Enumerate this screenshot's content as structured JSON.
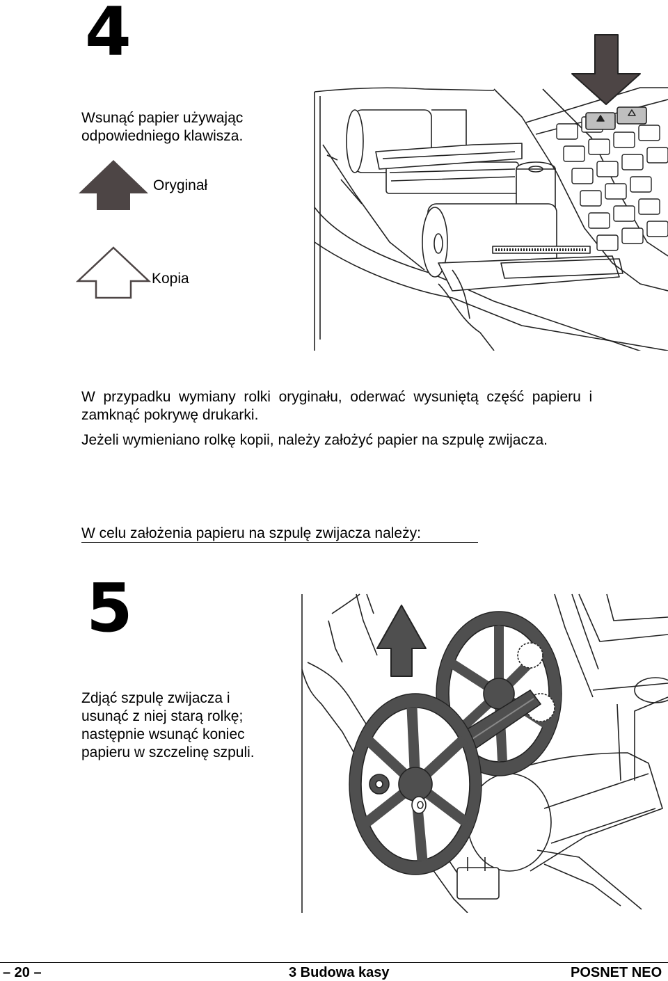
{
  "step4": {
    "number": "4",
    "instruction_lines": [
      "Wsunąć papier używając",
      "odpowiedniego klawisza."
    ],
    "legend": [
      {
        "label": "Oryginał",
        "icon": "filled-up-arrow-icon",
        "color": "#4d4545"
      },
      {
        "label": "Kopia",
        "icon": "outline-up-arrow-icon",
        "color": "#4d4545"
      }
    ]
  },
  "paragraph1": {
    "lines": [
      "W  przypadku  wymiany  rolki  oryginału,  oderwać  wysuniętą  część  papieru  i",
      "zamknąć pokrywę drukarki."
    ]
  },
  "paragraph2": "Jeżeli wymieniano rolkę kopii, należy założyć papier na szpulę zwijacza.",
  "section_heading": "W celu założenia papieru na szpulę zwijacza należy:",
  "step5": {
    "number": "5",
    "instruction_lines": [
      "Zdjąć szpulę zwijacza i",
      "usunąć z niej starą rolkę;",
      "następnie wsunąć koniec",
      "papieru w szczelinę szpuli."
    ]
  },
  "footer": {
    "page_number": "– 20 –",
    "chapter": "3 Budowa kasy",
    "product": "POSNET NEO"
  },
  "colors": {
    "arrow_dark": "#4d4545",
    "spool_dark": "#4f4f4f",
    "line": "#222222"
  }
}
